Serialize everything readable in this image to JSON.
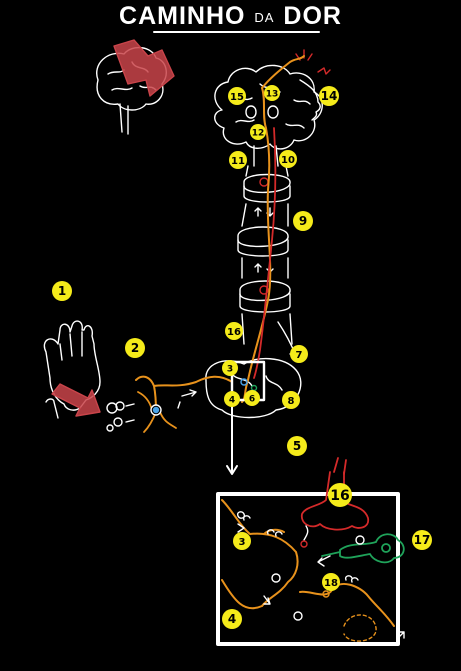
{
  "title": {
    "main_start": "CAMINHO",
    "connector": "DA",
    "main_end": "DOR"
  },
  "colors": {
    "background": "#000000",
    "badge": "#f5eb1a",
    "afferent_fiber": "#e8921c",
    "descending_fiber": "#d42a2a",
    "interneuron": "#1fa35a",
    "injury_arrow": "#c9444a",
    "line": "#ffffff"
  },
  "badges": [
    "1",
    "2",
    "3",
    "4",
    "5",
    "6",
    "7",
    "8",
    "9",
    "10",
    "11",
    "12",
    "13",
    "14",
    "15",
    "16",
    "3",
    "4",
    "16",
    "17",
    "18"
  ]
}
